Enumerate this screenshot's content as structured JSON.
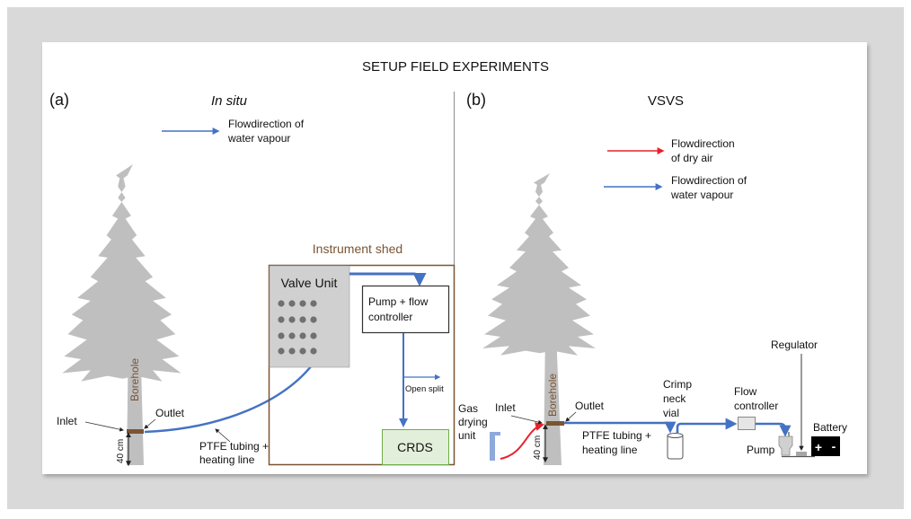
{
  "figure": {
    "title": "SETUP FIELD EXPERIMENTS"
  },
  "panel_a": {
    "tag": "(a)",
    "heading": "In situ",
    "legend": {
      "vapour_line1": "Flowdirection of",
      "vapour_line2": "water vapour"
    },
    "borehole": "Borehole",
    "inlet": "Inlet",
    "outlet": "Outlet",
    "depth": "40 cm",
    "tubing_line1": "PTFE tubing +",
    "tubing_line2": "heating line",
    "shed_label": "Instrument shed",
    "valve_unit": "Valve Unit",
    "pump_line1": "Pump + flow",
    "pump_line2": "controller",
    "open_split": "Open split",
    "crds": "CRDS"
  },
  "panel_b": {
    "tag": "(b)",
    "heading": "VSVS",
    "legend": {
      "dry_line1": "Flowdirection",
      "dry_line2": "of dry air",
      "vapour_line1": "Flowdirection of",
      "vapour_line2": "water vapour"
    },
    "gas_line1": "Gas",
    "gas_line2": "drying",
    "gas_line3": "unit",
    "inlet": "Inlet",
    "borehole": "Borehole",
    "outlet": "Outlet",
    "depth": "40 cm",
    "tubing_line1": "PTFE tubing +",
    "tubing_line2": "heating line",
    "vial_line1": "Crimp",
    "vial_line2": "neck",
    "vial_line3": "vial",
    "flow_line1": "Flow",
    "flow_line2": "controller",
    "regulator": "Regulator",
    "battery": "Battery",
    "plus": "+",
    "minus": "-",
    "pump": "Pump"
  },
  "colors": {
    "vapour": "#4472c4",
    "dry_air": "#e8212b",
    "borehole": "#7b5434",
    "tree": "#bfbfbf",
    "valve_fill": "#d0d0d0",
    "crds_fill": "#e2efda",
    "crds_border": "#70ad47"
  }
}
